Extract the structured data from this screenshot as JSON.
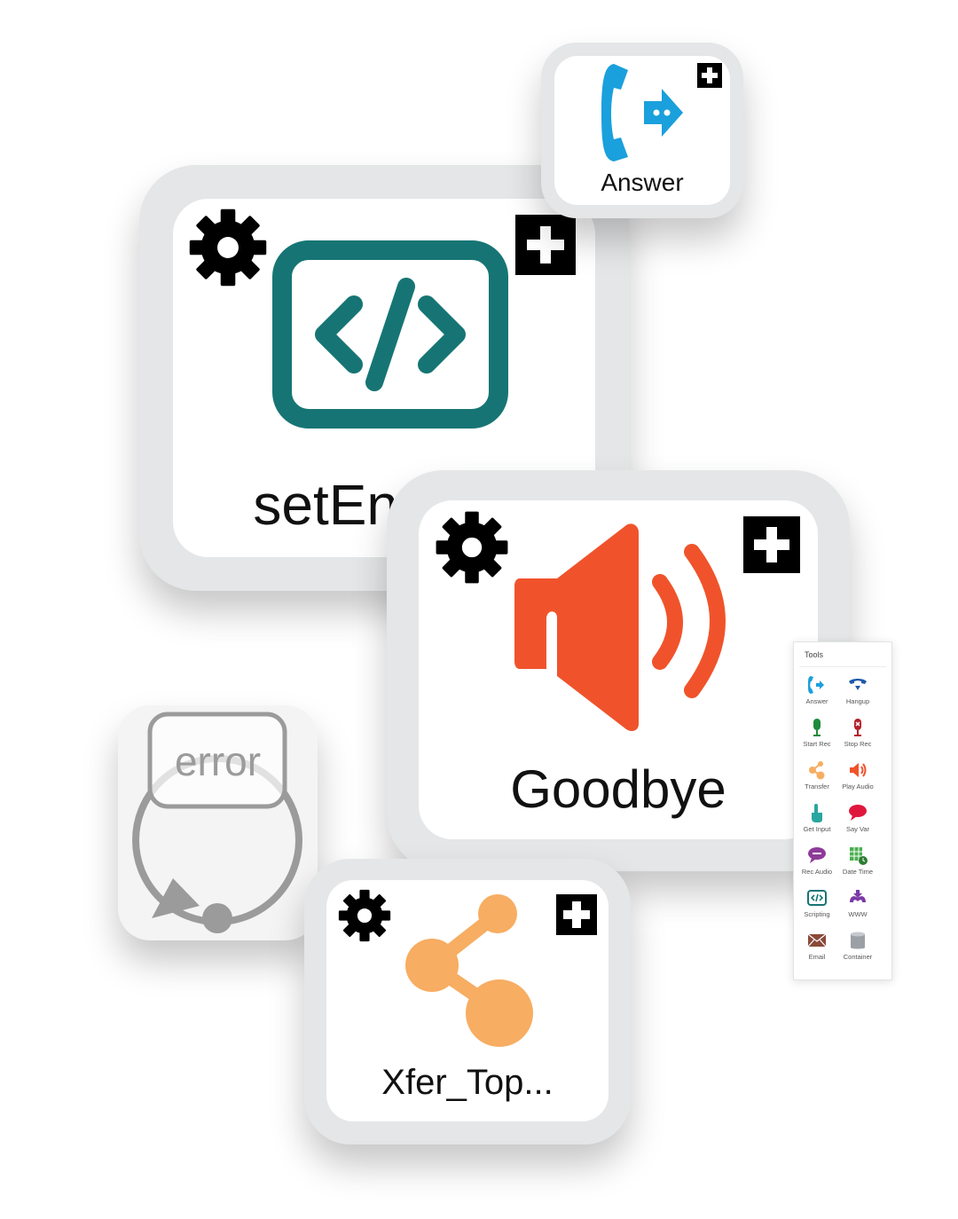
{
  "nodes": {
    "answer": {
      "label": "Answer"
    },
    "setenglish": {
      "label": "setEnglish"
    },
    "goodbye": {
      "label": "Goodbye"
    },
    "error": {
      "label": "error"
    },
    "xfer": {
      "label": "Xfer_Top..."
    }
  },
  "tools": {
    "title": "Tools",
    "items": [
      {
        "icon": "answer-icon",
        "label": "Answer"
      },
      {
        "icon": "hangup-icon",
        "label": "Hangup"
      },
      {
        "icon": "start-rec-icon",
        "label": "Start Rec"
      },
      {
        "icon": "stop-rec-icon",
        "label": "Stop Rec"
      },
      {
        "icon": "transfer-icon",
        "label": "Transfer"
      },
      {
        "icon": "play-audio-icon",
        "label": "Play Audio"
      },
      {
        "icon": "get-input-icon",
        "label": "Get Input"
      },
      {
        "icon": "say-var-icon",
        "label": "Say Var"
      },
      {
        "icon": "rec-audio-icon",
        "label": "Rec Audio"
      },
      {
        "icon": "date-time-icon",
        "label": "Date Time"
      },
      {
        "icon": "scripting-icon",
        "label": "Scripting"
      },
      {
        "icon": "www-icon",
        "label": "WWW"
      },
      {
        "icon": "email-icon",
        "label": "Email"
      },
      {
        "icon": "container-icon",
        "label": "Container"
      }
    ]
  },
  "colors": {
    "teal": "#167574",
    "answer_blue": "#1aa0dc",
    "audio_orange": "#f0532b",
    "transfer_orange": "#f7ad62",
    "gray": "#9b9b9b"
  }
}
